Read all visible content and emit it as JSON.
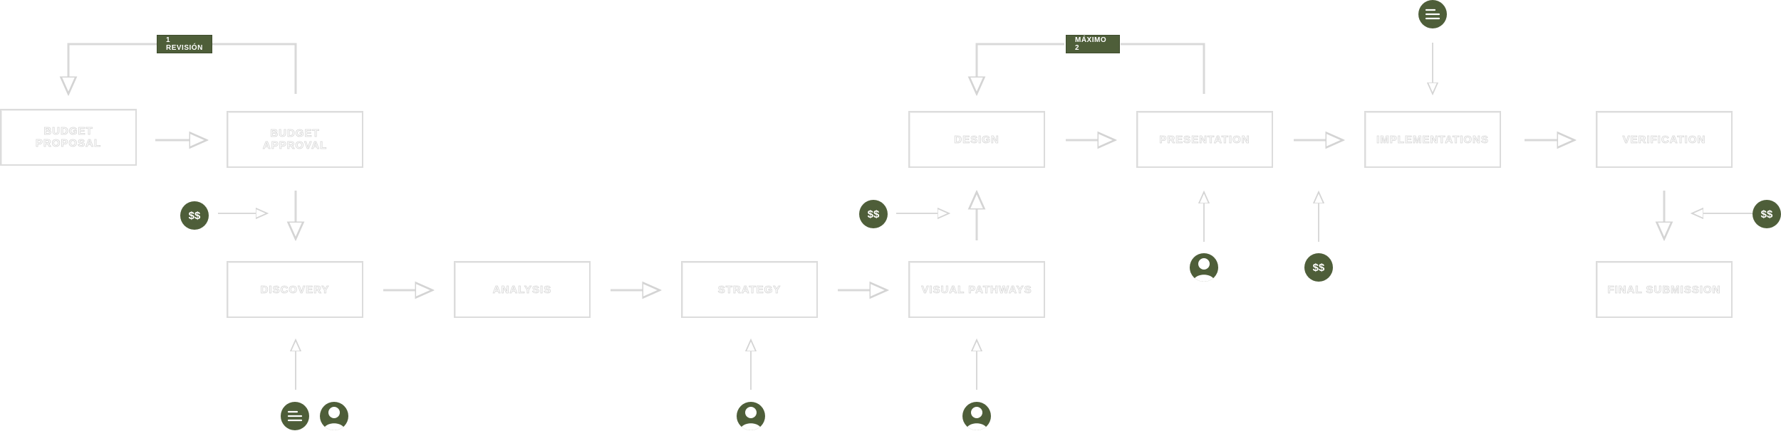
{
  "process": {
    "steps": {
      "budget_proposal": "BUDGET\nPROPOSAL",
      "budget_approval": "BUDGET\nAPPROVAL",
      "discovery": "DISCOVERY",
      "analysis": "ANALYSIS",
      "strategy": "STRATEGY",
      "visual_pathways": "VISUAL PATHWAYS",
      "design": "DESIGN",
      "presentation": "PRESENTATION",
      "implementations": "IMPLEMENTATIONS",
      "verification": "VERIFICATION",
      "final_submission": "FINAL SUBMISSION"
    },
    "revision_tags": {
      "budget_loop": "1 REVISIÓN",
      "design_loop": "MÁXIMO 2"
    },
    "badges": {
      "cost": "$$"
    }
  },
  "icons": {
    "cost": "money-icon",
    "document": "document-icon",
    "person": "person-icon"
  },
  "colors": {
    "accent": "#4e5e39",
    "box_border": "#dcdcdc",
    "line": "#d9d9d9"
  }
}
